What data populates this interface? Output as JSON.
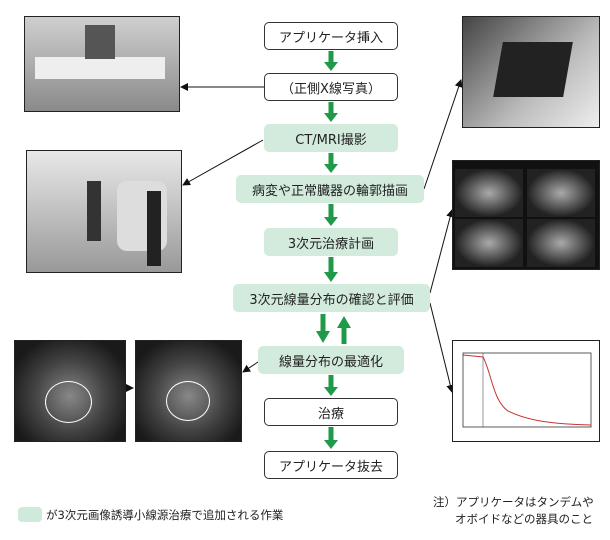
{
  "flow": {
    "steps": [
      {
        "label": "アプリケータ挿入",
        "type": "standard"
      },
      {
        "label": "（正側X線写真）",
        "type": "standard"
      },
      {
        "label": "CT/MRI撮影",
        "type": "added"
      },
      {
        "label": "病変や正常臓器の輪郭描画",
        "type": "added"
      },
      {
        "label": "3次元治療計画",
        "type": "added"
      },
      {
        "label": "3次元線量分布の確認と評価",
        "type": "added"
      },
      {
        "label": "線量分布の最適化",
        "type": "added"
      },
      {
        "label": "治療",
        "type": "standard"
      },
      {
        "label": "アプリケータ抜去",
        "type": "standard"
      }
    ]
  },
  "legend": {
    "text": "が3次元画像誘導小線源治療で追加される作業",
    "color": "#d3ebdd"
  },
  "note": {
    "line1": "注）アプリケータはタンデムや",
    "line2": "オボイドなどの器具のこと"
  },
  "colors": {
    "arrow": "#1f9a48",
    "added_fill": "#d3ebdd"
  }
}
